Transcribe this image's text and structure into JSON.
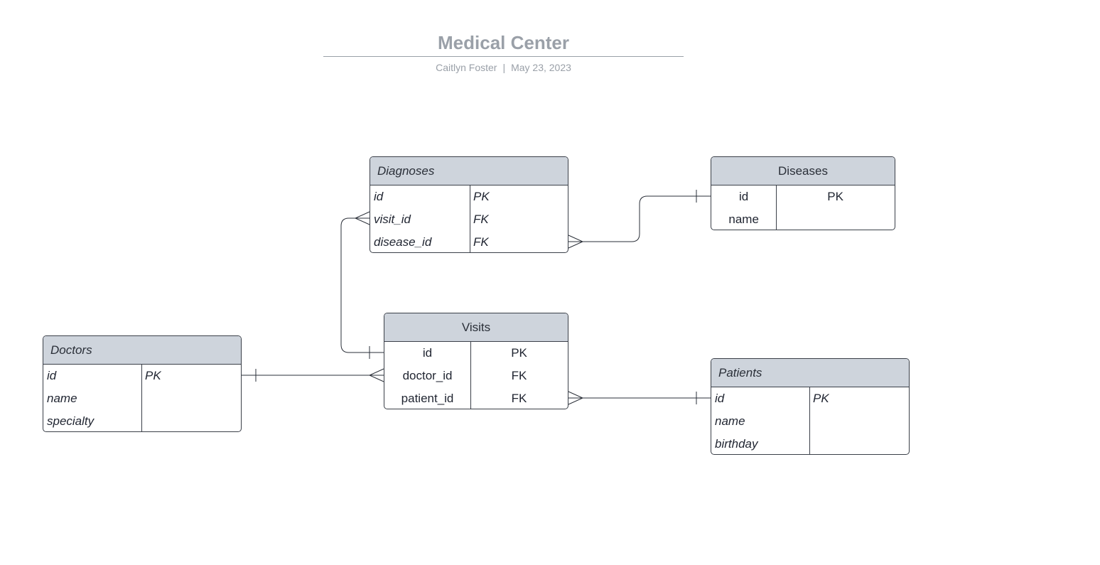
{
  "header": {
    "title": "Medical Center",
    "author": "Caitlyn Foster",
    "separator": "|",
    "date": "May 23, 2023"
  },
  "colors": {
    "header_fill": "#ced4dc",
    "border": "#3a3f48",
    "title_gray": "#9aa0a8"
  },
  "entities": {
    "diagnoses": {
      "name": "Diagnoses",
      "rows": [
        {
          "field": "id",
          "key": "PK"
        },
        {
          "field": "visit_id",
          "key": "FK"
        },
        {
          "field": "disease_id",
          "key": "FK"
        }
      ]
    },
    "diseases": {
      "name": "Diseases",
      "rows": [
        {
          "field": "id",
          "key": "PK"
        },
        {
          "field": "name",
          "key": ""
        }
      ]
    },
    "visits": {
      "name": "Visits",
      "rows": [
        {
          "field": "id",
          "key": "PK"
        },
        {
          "field": "doctor_id",
          "key": "FK"
        },
        {
          "field": "patient_id",
          "key": "FK"
        }
      ]
    },
    "doctors": {
      "name": "Doctors",
      "rows": [
        {
          "field": "id",
          "key": "PK"
        },
        {
          "field": "name",
          "key": ""
        },
        {
          "field": "specialty",
          "key": ""
        }
      ]
    },
    "patients": {
      "name": "Patients",
      "rows": [
        {
          "field": "id",
          "key": "PK"
        },
        {
          "field": "name",
          "key": ""
        },
        {
          "field": "birthday",
          "key": ""
        }
      ]
    }
  },
  "relationships": [
    {
      "from": "diagnoses.visit_id",
      "to": "visits.id",
      "from_cardinality": "many",
      "to_cardinality": "one"
    },
    {
      "from": "diagnoses.disease_id",
      "to": "diseases.id",
      "from_cardinality": "many",
      "to_cardinality": "one"
    },
    {
      "from": "visits.doctor_id",
      "to": "doctors.id",
      "from_cardinality": "many",
      "to_cardinality": "one"
    },
    {
      "from": "visits.patient_id",
      "to": "patients.id",
      "from_cardinality": "many",
      "to_cardinality": "one"
    }
  ]
}
